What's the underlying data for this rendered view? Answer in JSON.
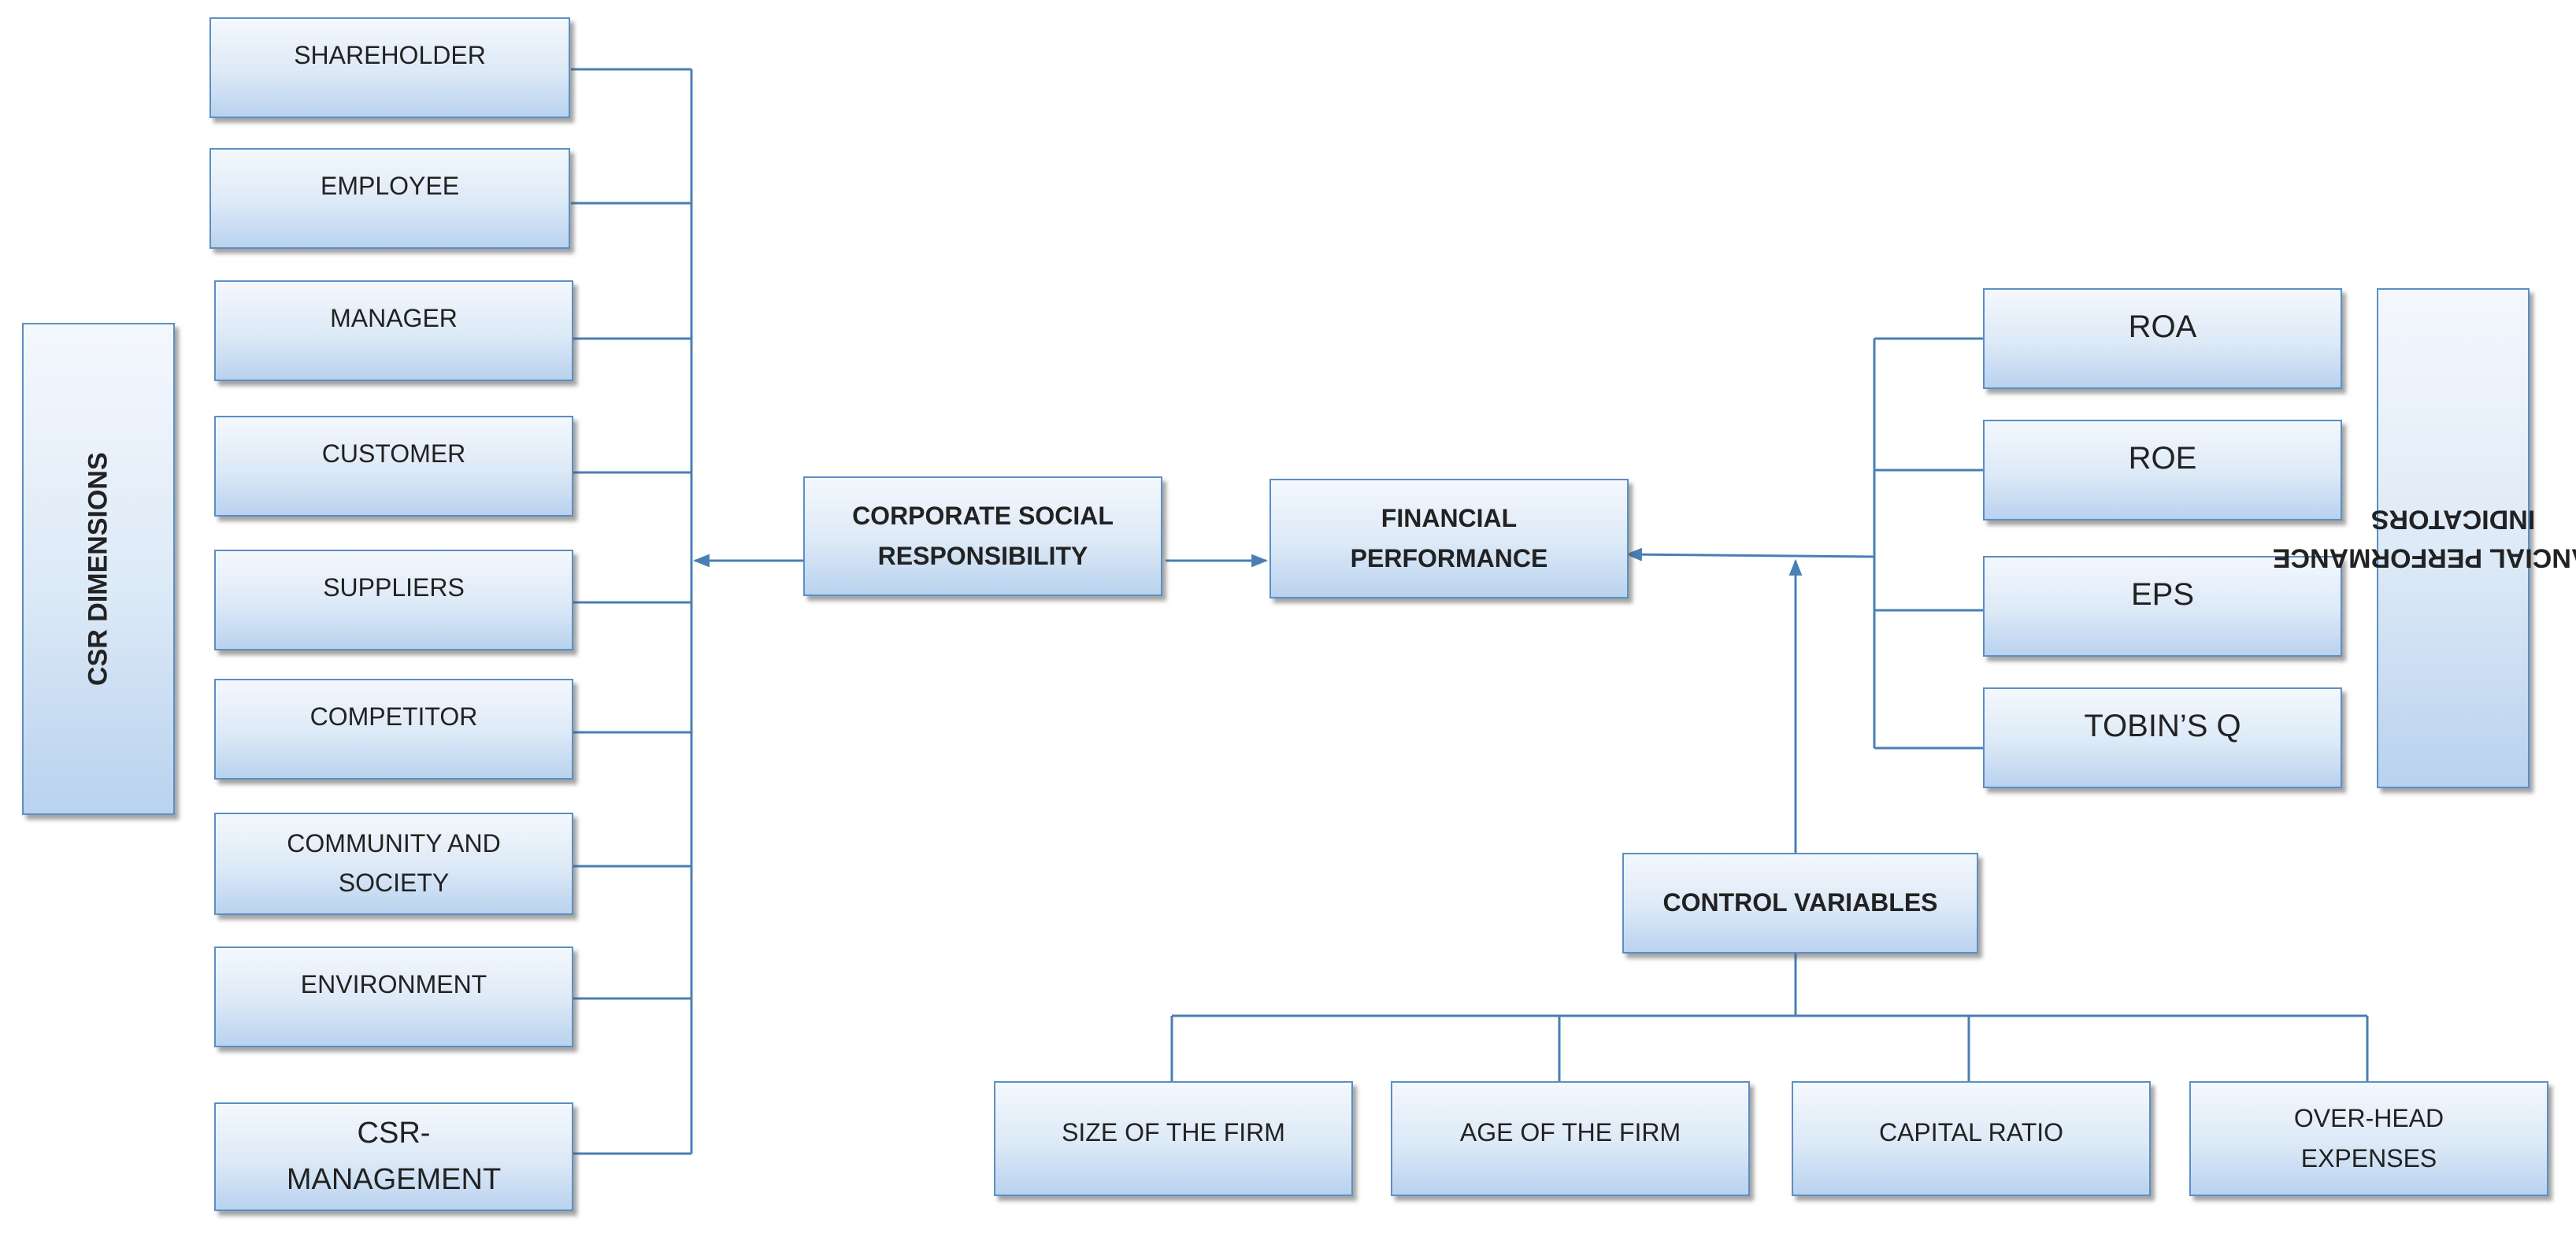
{
  "left_panel": {
    "label": "CSR DIMENSIONS",
    "items": [
      "SHAREHOLDER",
      "EMPLOYEE",
      "MANAGER",
      "CUSTOMER",
      "SUPPLIERS",
      "COMPETITOR",
      "COMMUNITY AND SOCIETY",
      "ENVIRONMENT",
      "CSR-MANAGEMENT"
    ]
  },
  "center": {
    "csr": "CORPORATE SOCIAL RESPONSIBILITY",
    "fp": "FINANCIAL PERFORMANCE",
    "control": "CONTROL VARIABLES"
  },
  "right_panel": {
    "label": "FINANCIAL PERFORMANCE INDICATORS",
    "items": [
      "ROA",
      "ROE",
      "EPS",
      "TOBIN’S Q"
    ]
  },
  "control_variables": [
    "SIZE OF THE FIRM",
    "AGE OF THE FIRM",
    "CAPITAL RATIO",
    "OVER-HEAD EXPENSES"
  ],
  "colors": {
    "box_border": "#5b8fc4",
    "connector": "#4a7fb5",
    "box_fill_top": "#f4f8fd",
    "box_fill_bottom": "#b9d2ee"
  }
}
